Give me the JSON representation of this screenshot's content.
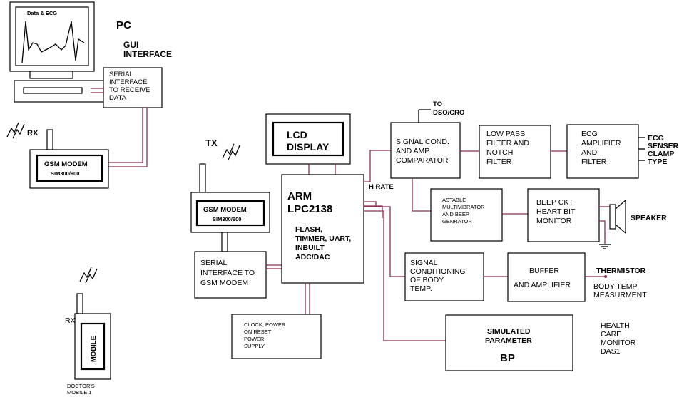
{
  "pc": {
    "screen_label": "Data & ECG",
    "title": "PC",
    "gui": [
      "GUI",
      "INTERFACE"
    ],
    "serial": [
      "SERIAL",
      "INTERFACE",
      "TO RECEIVE",
      "DATA"
    ]
  },
  "rx_top": "RX",
  "gsm_rx": {
    "title": "GSM MODEM",
    "model": "SIM300/900"
  },
  "tx": "TX",
  "gsm_tx": {
    "title": "GSM MODEM",
    "model": "SIM300/900"
  },
  "serial_gsm": [
    "SERIAL",
    "INTERFACE TO",
    "GSM MODEM"
  ],
  "mobile": {
    "rx": "RX",
    "label": "MOBILE",
    "caption": [
      "DOCTOR'S",
      "MOBILE 1"
    ]
  },
  "lcd": [
    "LCD",
    "DISPLAY"
  ],
  "arm": {
    "title": [
      "ARM",
      "LPC2138"
    ],
    "features": [
      "FLASH,",
      "TIMMER, UART,",
      "INBUILT",
      "ADC/DAC"
    ]
  },
  "clock": [
    "CLOCK, POWER",
    "ON RESET",
    "POWER",
    "SUPPLY"
  ],
  "to_dso": [
    "TO",
    "DSO/CRO"
  ],
  "h_rate": "H RATE",
  "signal_cond": [
    "SIGNAL COND.",
    "AND AMP",
    "COMPARATOR"
  ],
  "lpf": [
    "LOW PASS",
    "FILTER  AND",
    "NOTCH",
    "FILTER"
  ],
  "ecg_amp": [
    "ECG",
    "AMPLIFIER",
    "AND",
    "FILTER"
  ],
  "ecg_sensor": [
    "ECG",
    "SENSER",
    "CLAMP",
    "TYPE"
  ],
  "astable": [
    "ASTABLE",
    "MULTIVIBRATOR",
    "AND BEEP",
    "GENRATOR"
  ],
  "beep": [
    "BEEP CKT",
    "HEART BIT",
    "MONITOR"
  ],
  "speaker": "SPEAKER",
  "temp_cond": [
    "SIGNAL",
    "CONDITIONING",
    "OF BODY",
    "TEMP."
  ],
  "buffer": [
    "BUFFER",
    "AND AMPLIFIER"
  ],
  "thermistor": "THERMISTOR",
  "body_temp": [
    "BODY TEMP",
    "MEASURMENT"
  ],
  "simulated": {
    "title": [
      "SIMULATED",
      "PARAMETER"
    ],
    "bp": "BP"
  },
  "health": [
    "HEALTH",
    "CARE",
    "MONITOR",
    "DAS1"
  ],
  "colors": {
    "wire": "#8c2e55",
    "ink": "#000000"
  }
}
